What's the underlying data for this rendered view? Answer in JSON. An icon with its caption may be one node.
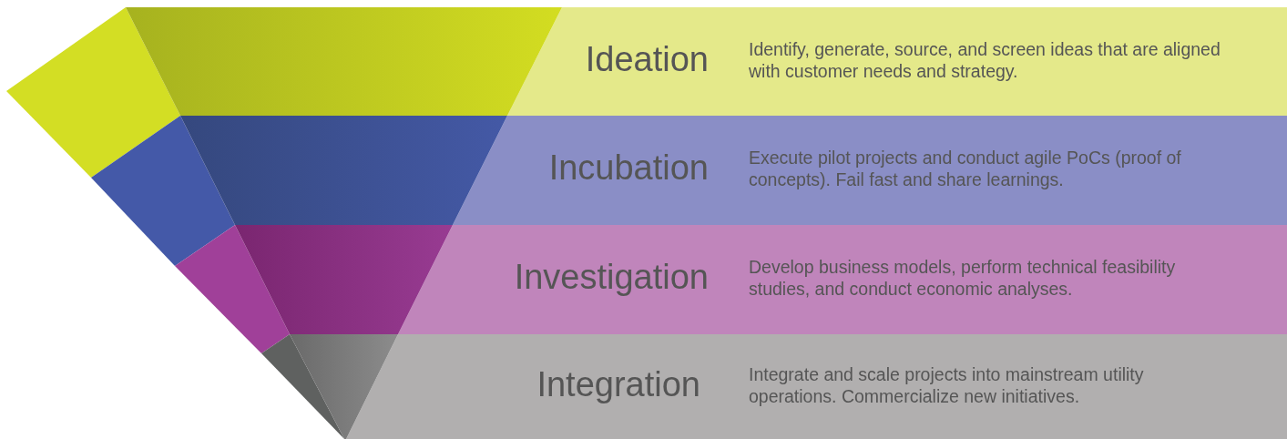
{
  "diagram": {
    "nodes": [
      {
        "text": [
          "Ideation",
          "Identify, generate, source, and screen ideas that are aligned with customer needs and strategy."
        ]
      },
      {
        "text": [
          "Incubation",
          "Execute pilot projects and conduct agile PoCs (proof of concepts). Fail fast and share learnings."
        ]
      },
      {
        "text": [
          "Investigation",
          "Develop business models, perform technical feasibility studies, and conduct economic analyses."
        ]
      },
      {
        "text": [
          "Integration",
          "Integrate and scale projects into mainstream utility operations. Commercialize new initiatives."
        ]
      }
    ]
  }
}
